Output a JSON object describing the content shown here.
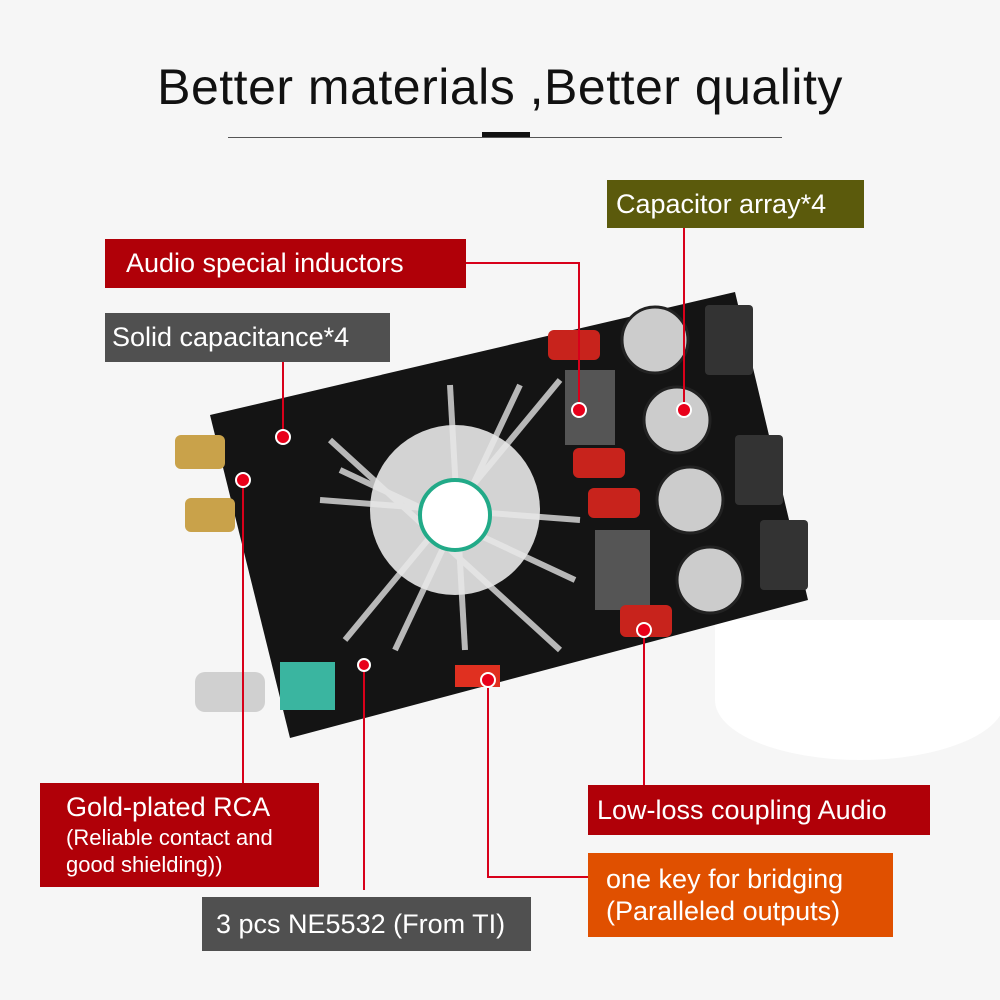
{
  "title": "Better materials ,Better quality",
  "colors": {
    "red": "#b00008",
    "olive": "#5b5a0c",
    "grey": "#505050",
    "orange": "#e05000",
    "line": "#d8001a"
  },
  "callouts": {
    "capacitor_array": "Capacitor array*4",
    "inductors": "Audio special inductors",
    "solid_cap": "Solid capacitance*4",
    "rca_title": "Gold-plated RCA",
    "rca_sub": "(Reliable contact and good shielding))",
    "ne5532": "3 pcs NE5532 (From TI)",
    "coupling": "Low-loss coupling Audio",
    "bridging_line1": "one key for bridging",
    "bridging_line2": "(Paralleled outputs)"
  }
}
